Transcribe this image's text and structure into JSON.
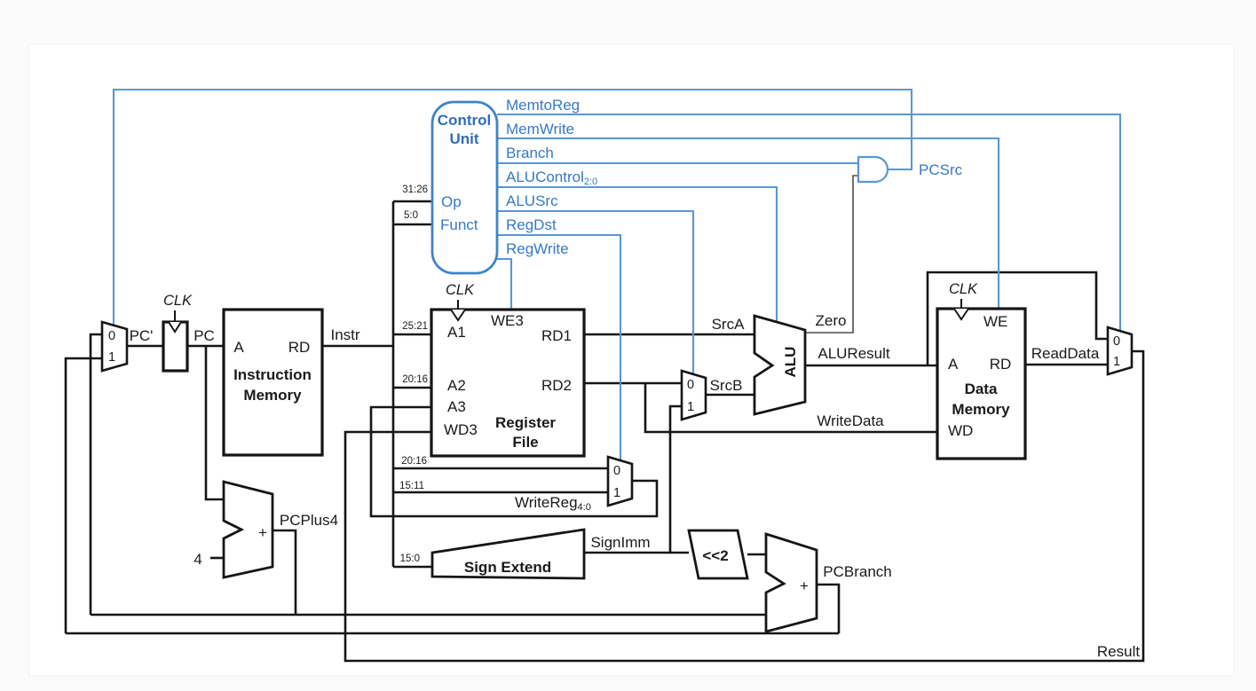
{
  "diagram": {
    "control_unit": {
      "title_line1": "Control",
      "title_line2": "Unit",
      "port_op": "Op",
      "port_funct": "Funct",
      "slice_op": "31:26",
      "slice_funct": "5:0"
    },
    "control_signals": {
      "memtoreg": "MemtoReg",
      "memwrite": "MemWrite",
      "branch": "Branch",
      "alucontrol_base": "ALUControl",
      "alucontrol_sub": "2:0",
      "alusrc": "ALUSrc",
      "regdst": "RegDst",
      "regwrite": "RegWrite",
      "pcsrc": "PCSrc"
    },
    "pc": {
      "clk": "CLK",
      "pc_prime": "PC'",
      "pc": "PC"
    },
    "instruction_memory": {
      "port_a": "A",
      "port_rd": "RD",
      "title_line1": "Instruction",
      "title_line2": "Memory",
      "out_label": "Instr"
    },
    "register_file": {
      "clk": "CLK",
      "we3": "WE3",
      "a1": "A1",
      "a2": "A2",
      "a3": "A3",
      "wd3": "WD3",
      "rd1": "RD1",
      "rd2": "RD2",
      "title_line1": "Register",
      "title_line2": "File",
      "slice_a1": "25:21",
      "slice_a2": "20:16",
      "slice_rt": "20:16",
      "slice_rd": "15:11",
      "writereg_base": "WriteReg",
      "writereg_sub": "4:0"
    },
    "sign_extend": {
      "title": "Sign Extend",
      "slice": "15:0",
      "out_label": "SignImm"
    },
    "shift_left": {
      "label": "<<2"
    },
    "alu": {
      "label": "ALU",
      "srca": "SrcA",
      "srcb": "SrcB",
      "zero": "Zero",
      "result": "ALUResult"
    },
    "data_memory": {
      "clk": "CLK",
      "we": "WE",
      "a": "A",
      "rd": "RD",
      "wd": "WD",
      "title_line1": "Data",
      "title_line2": "Memory",
      "write_label": "WriteData",
      "read_label": "ReadData"
    },
    "adders": {
      "plus": "+",
      "pcplus4": "PCPlus4",
      "pcbranch": "PCBranch",
      "four": "4"
    },
    "muxes": {
      "zero": "0",
      "one": "1"
    },
    "result_label": "Result"
  },
  "colors": {
    "wire_blue": "#5a96d2",
    "label_blue": "#3579c5",
    "wire_black": "#151515",
    "zero_gray": "#4d4d4d"
  }
}
